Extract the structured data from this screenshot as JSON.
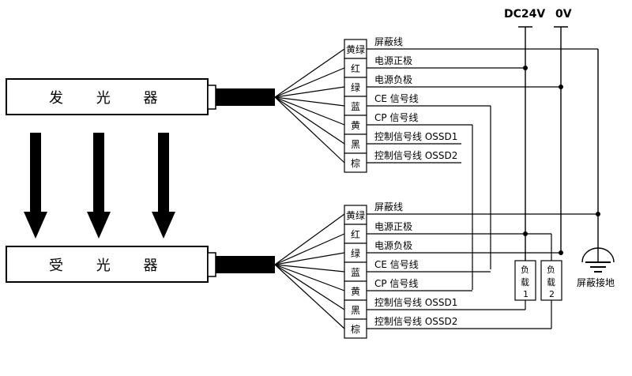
{
  "emitter": {
    "label": "发 光 器"
  },
  "receiver": {
    "label": "受 光 器"
  },
  "supply": {
    "dc24v": "DC24V",
    "zero_v": "0V"
  },
  "emitter_wires": [
    {
      "color": "黄绿",
      "signal": "屏蔽线"
    },
    {
      "color": "红",
      "signal": "电源正极"
    },
    {
      "color": "绿",
      "signal": "电源负极"
    },
    {
      "color": "蓝",
      "signal": "CE 信号线"
    },
    {
      "color": "黄",
      "signal": "CP 信号线"
    },
    {
      "color": "黑",
      "signal": "控制信号线 OSSD1"
    },
    {
      "color": "棕",
      "signal": "控制信号线 OSSD2"
    }
  ],
  "receiver_wires": [
    {
      "color": "黄绿",
      "signal": "屏蔽线"
    },
    {
      "color": "红",
      "signal": "电源正极"
    },
    {
      "color": "绿",
      "signal": "电源负极"
    },
    {
      "color": "蓝",
      "signal": "CE 信号线"
    },
    {
      "color": "黄",
      "signal": "CP 信号线"
    },
    {
      "color": "黑",
      "signal": "控制信号线 OSSD1"
    },
    {
      "color": "棕",
      "signal": "控制信号线 OSSD2"
    }
  ],
  "loads": [
    {
      "line1": "负",
      "line2": "载",
      "num": "1"
    },
    {
      "line1": "负",
      "line2": "载",
      "num": "2"
    }
  ],
  "ground": {
    "label": "屏蔽接地"
  }
}
